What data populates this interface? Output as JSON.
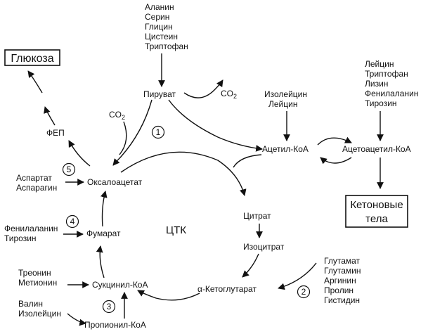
{
  "glucose": "Глюкоза",
  "fep": "ФЕП",
  "co2_left": "CO",
  "co2_right": "CO",
  "co2_sub": "2",
  "pyruvate_sources": [
    "Аланин",
    "Серин",
    "Глицин",
    "Цистеин",
    "Триптофан"
  ],
  "pyruvate": "Пируват",
  "acetylcoa_sources": [
    "Изолейцин",
    "Лейцин"
  ],
  "acetoacetyl_sources": [
    "Лейцин",
    "Триптофан",
    "Лизин",
    "Фенилаланин",
    "Тирозин"
  ],
  "acetylcoa": "Ацетил-КоА",
  "acetoacetylcoa": "Ацетоацетил-КоА",
  "ketone_bodies": [
    "Кетоновые",
    "тела"
  ],
  "oxaloacetate_sources": [
    "Аспартат",
    "Аспарагин"
  ],
  "oxaloacetate": "Оксалоацетат",
  "fumarate_sources": [
    "Фенилаланин",
    "Тирозин"
  ],
  "fumarate": "Фумарат",
  "tca": "ЦТК",
  "citrate": "Цитрат",
  "isocitrate": "Изоцитрат",
  "succinylcoa_sources": [
    "Треонин",
    "Метионин"
  ],
  "succinylcoa": "Сукцинил-КоА",
  "propionylcoa_sources": [
    "Валин",
    "Изолейцин"
  ],
  "propionylcoa": "Пропионил-КоА",
  "ketoglutarate": "α-Кетоглутарат",
  "ketoglutarate_sources": [
    "Глутамат",
    "Глутамин",
    "Аргинин",
    "Пролин",
    "Гистидин"
  ],
  "markers": [
    "1",
    "2",
    "3",
    "4",
    "5"
  ]
}
